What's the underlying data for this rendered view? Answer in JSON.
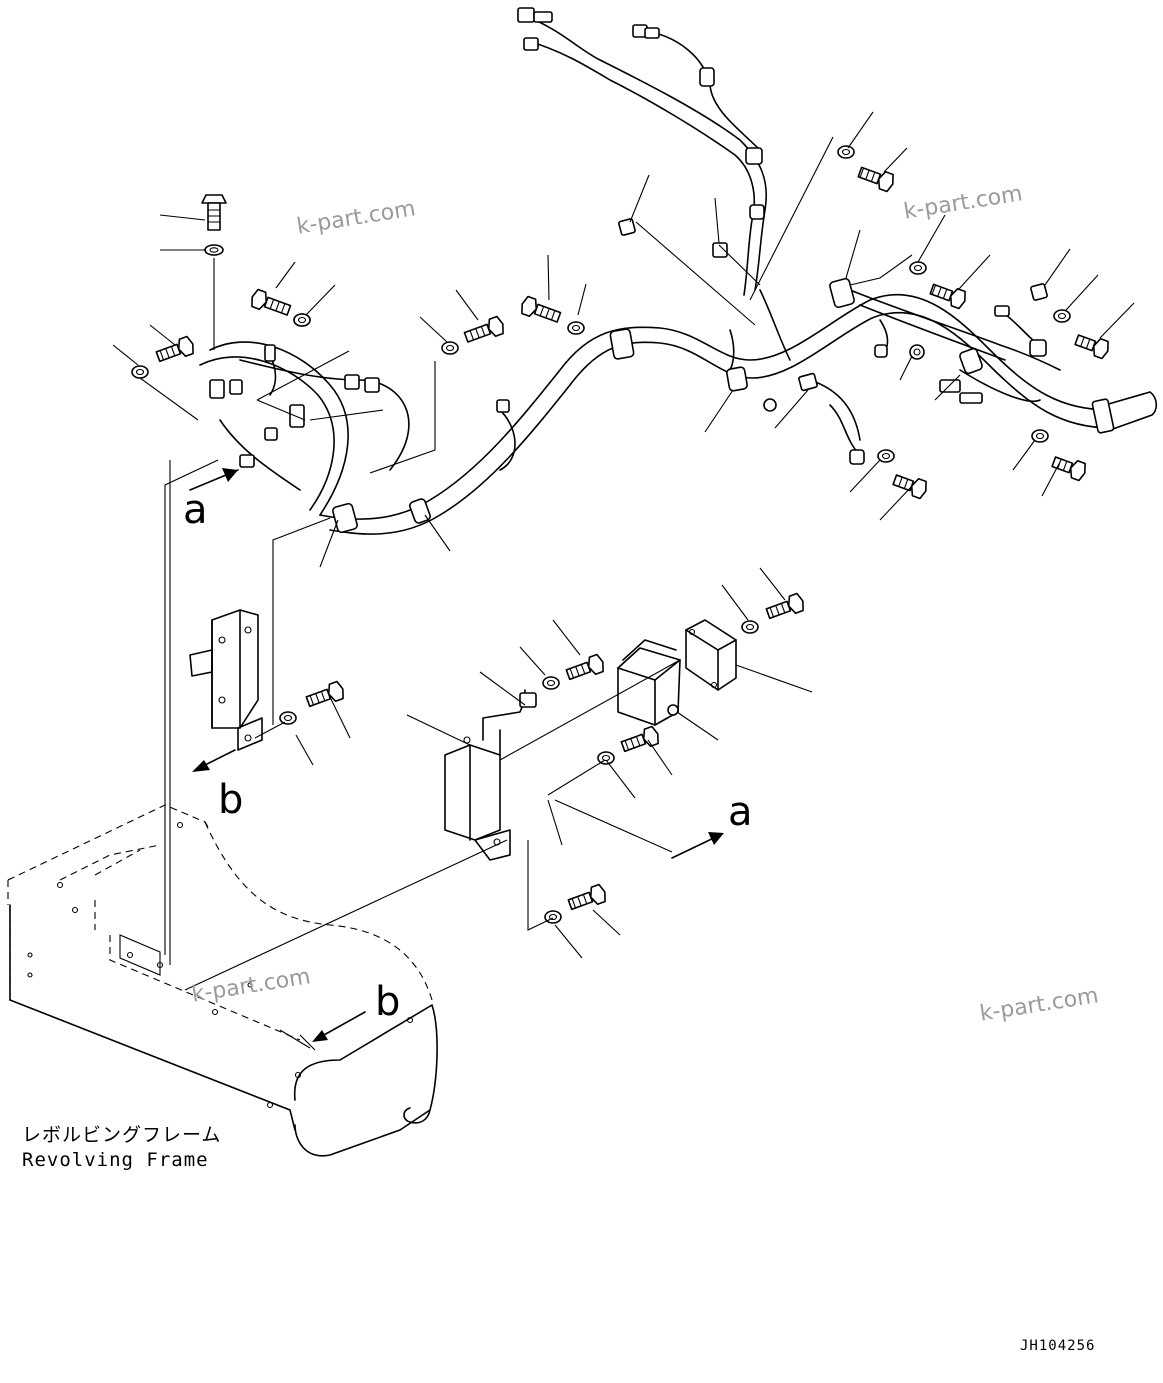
{
  "labels": {
    "frame_jp": "レボルビングフレーム",
    "frame_en": "Revolving Frame",
    "drawing_code": "JH104256"
  },
  "refs": {
    "a": "a",
    "b": "b"
  },
  "watermark": "k-part.com"
}
